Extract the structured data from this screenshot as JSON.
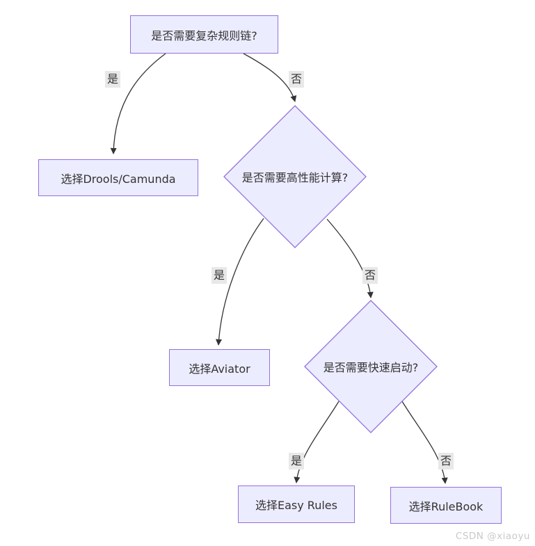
{
  "diagram": {
    "type": "flowchart",
    "nodes": {
      "q_complex": {
        "label": "是否需要复杂规则链?",
        "shape": "rect"
      },
      "drools": {
        "label": "选择Drools/Camunda",
        "shape": "rect"
      },
      "q_perf": {
        "label": "是否需要高性能计算?",
        "shape": "diamond"
      },
      "aviator": {
        "label": "选择Aviator",
        "shape": "rect"
      },
      "q_quick": {
        "label": "是否需要快速启动?",
        "shape": "diamond"
      },
      "easy_rules": {
        "label": "选择Easy Rules",
        "shape": "rect"
      },
      "rulebook": {
        "label": "选择RuleBook",
        "shape": "rect"
      }
    },
    "edges": [
      {
        "from": "q_complex",
        "to": "drools",
        "label": "是"
      },
      {
        "from": "q_complex",
        "to": "q_perf",
        "label": "否"
      },
      {
        "from": "q_perf",
        "to": "aviator",
        "label": "是"
      },
      {
        "from": "q_perf",
        "to": "q_quick",
        "label": "否"
      },
      {
        "from": "q_quick",
        "to": "easy_rules",
        "label": "是"
      },
      {
        "from": "q_quick",
        "to": "rulebook",
        "label": "否"
      }
    ],
    "colors": {
      "node_fill": "#ECECFF",
      "node_border": "#9370DB",
      "edge_line": "#333333",
      "edge_label_bg": "#e8e8e8",
      "text": "#333333",
      "watermark": "#c9c9c9"
    }
  },
  "watermark": "CSDN @xiaoyu"
}
